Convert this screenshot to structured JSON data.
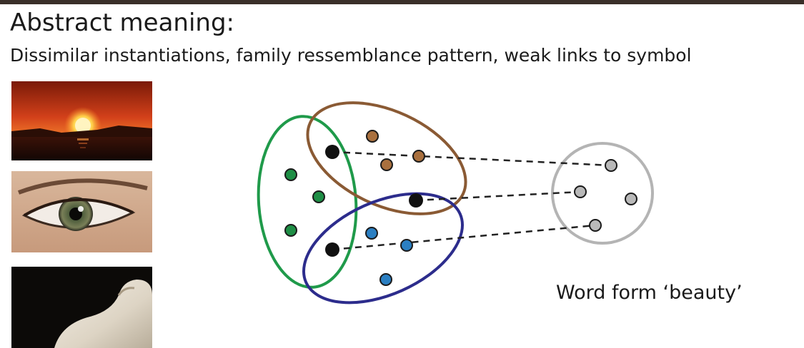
{
  "slide": {
    "title": "Abstract meaning:",
    "subtitle": "Dissimilar instantiations, family ressemblance pattern, weak links to symbol",
    "caption": "Word form ‘beauty’"
  },
  "images": [
    {
      "name": "sunset-photo",
      "subject": "sunset over sea"
    },
    {
      "name": "eye-photo",
      "subject": "human eye"
    },
    {
      "name": "sculpture-photo",
      "subject": "marble sculpture"
    }
  ],
  "colors": {
    "green": "#1f9a4a",
    "brown": "#8a5a34",
    "blue": "#2c2c8c",
    "gray": "#b4b4b4",
    "black": "#111111",
    "green_dot": "#1e8e45",
    "brown_dot": "#a9703e",
    "blue_dot": "#2b7fc2",
    "gray_dot": "#b9b9b9"
  }
}
